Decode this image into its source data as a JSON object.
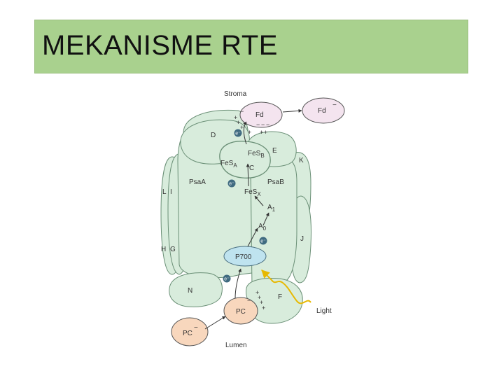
{
  "slide": {
    "title": "MEKANISME RTE"
  },
  "diagram": {
    "compartments": {
      "top": "Stroma",
      "bottom": "Lumen"
    },
    "light": "Light",
    "subunits": [
      "D",
      "E",
      "C",
      "K",
      "L",
      "I",
      "PsaA",
      "PsaB",
      "J",
      "H",
      "G",
      "N",
      "F"
    ],
    "carriers": {
      "fd": "Fd",
      "fd_reduced": "Fd",
      "fesb": "FeS",
      "fesb_sub": "B",
      "fesa": "FeS",
      "fesa_sub": "A",
      "fesx": "FeS",
      "fesx_sub": "X",
      "a1": "A",
      "a1_sub": "1",
      "a0": "A",
      "a0_sub": "0",
      "p700": "P700",
      "pc": "PC",
      "pc_reduced": "PC"
    },
    "electron_chip": "e⁻",
    "minus": "−",
    "plus": "+",
    "colors": {
      "title_bg": "#a9d18e",
      "complex_fill": "#d8ecdc",
      "complex_stroke": "#6a8f76",
      "fd_fill": "#f4e4ef",
      "p700_fill": "#bfe3ef",
      "pc_fill": "#f8d7bd",
      "light_arrow": "#e7b800",
      "echip": "#3f6a80"
    }
  }
}
